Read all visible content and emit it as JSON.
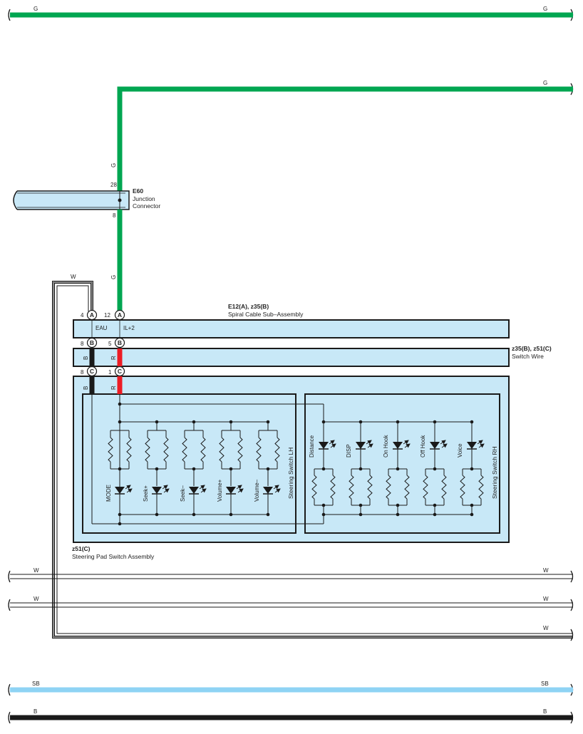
{
  "colors": {
    "G": "#00a651",
    "W": "#ffffff",
    "SB": "#8fd3f4",
    "B": "#1a1a1a",
    "R": "#ed1c24",
    "panel": "#c8e8f7",
    "outline": "#1a1a1a"
  },
  "wires": {
    "top_g_left": "G",
    "top_g_right": "G",
    "g2_right": "G",
    "g_vertical_upper": "G",
    "g_vertical_lower": "G",
    "w_vertical": "W",
    "w1_left": "W",
    "w1_right": "W",
    "w2_left": "W",
    "w2_right": "W",
    "w3_right": "W",
    "sb_left": "SB",
    "sb_right": "SB",
    "b_left": "B",
    "b_right": "B",
    "b_col1": "B",
    "b_col2": "B",
    "r_col1": "R",
    "r_col2": "R"
  },
  "junction_connector": {
    "id": "E60",
    "name_line1": "Junction",
    "name_line2": "Connector",
    "pin_top": "28",
    "pin_bottom": "8"
  },
  "spiral_cable": {
    "id": "E12(A), z35(B)",
    "name": "Spiral Cable Sub–Assembly",
    "pin_left": "4",
    "pin_right": "12",
    "conn_left": "A",
    "conn_right": "A",
    "sig_left": "EAU",
    "sig_right": "IL+2"
  },
  "switch_wire": {
    "id": "z35(B), z51(C)",
    "name": "Switch Wire",
    "pin_left": "8",
    "pin_right": "5",
    "conn_left": "B",
    "conn_right": "B"
  },
  "steering_pad": {
    "id": "z51(C)",
    "name": "Steering Pad Switch Assembly",
    "pin_left": "8",
    "pin_right": "1",
    "conn_left": "C",
    "conn_right": "C",
    "lh_label": "Steering Switch LH",
    "rh_label": "Steering Switch RH",
    "lh_switches": [
      "MODE",
      "Seek+",
      "Seek–",
      "Volume+",
      "Volume–"
    ],
    "rh_switches": [
      "Distance",
      "DISP",
      "On Hook",
      "Off Hook",
      "Voice"
    ]
  }
}
